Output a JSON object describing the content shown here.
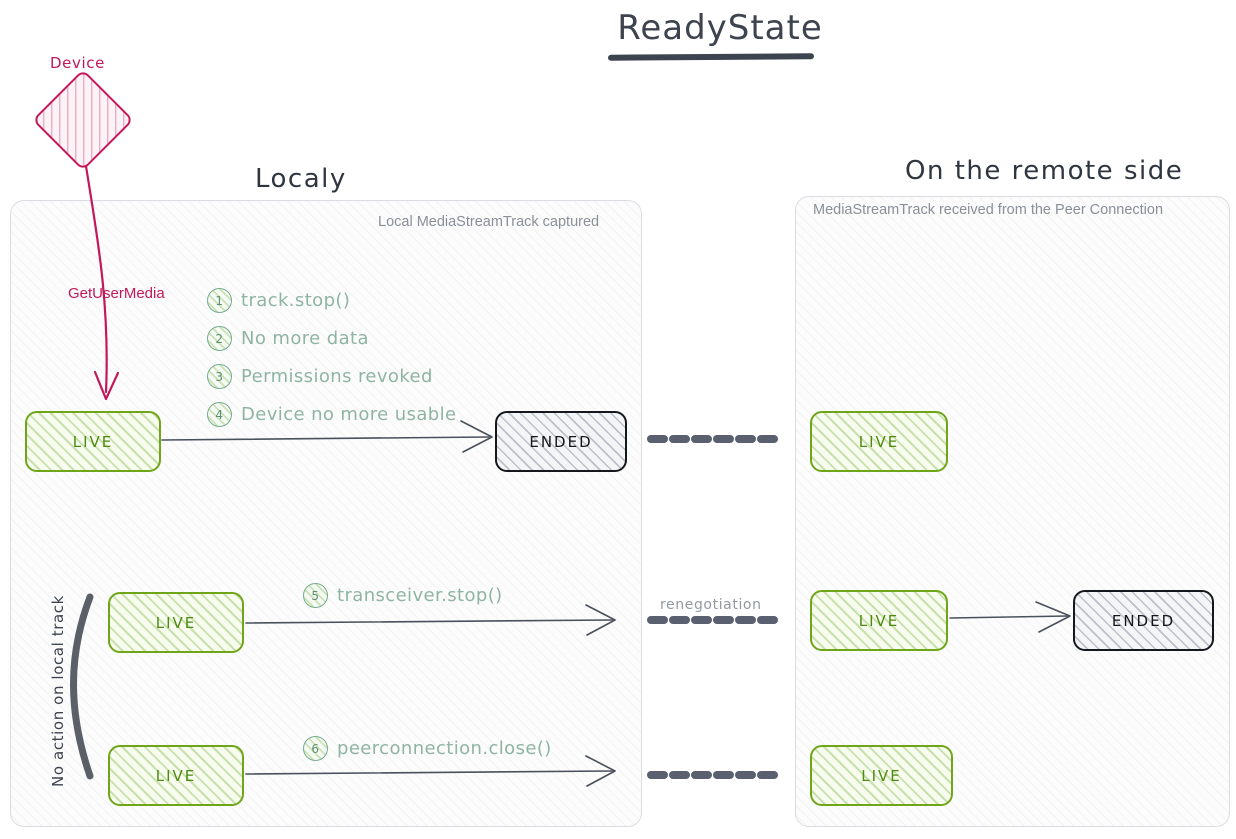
{
  "title": "ReadyState",
  "sections": {
    "local_caption": "Localy",
    "remote_caption": "On the remote side"
  },
  "panels": {
    "local": {
      "label": "Local MediaStreamTrack captured"
    },
    "remote": {
      "label": "MediaStreamTrack received from the Peer Connection"
    }
  },
  "device": {
    "label": "Device",
    "arrow_label": "GetUserMedia",
    "color": "#c2185b"
  },
  "notes": [
    {
      "num": "1",
      "text": "track.stop()"
    },
    {
      "num": "2",
      "text": "No more data"
    },
    {
      "num": "3",
      "text": "Permissions revoked"
    },
    {
      "num": "4",
      "text": "Device no more usable"
    }
  ],
  "edges": [
    {
      "num": "5",
      "text": "transceiver.stop()"
    },
    {
      "num": "6",
      "text": "peerconnection.close()"
    }
  ],
  "connector_labels": {
    "renegotiation": "renegotiation"
  },
  "brace_note": "No action on local track",
  "states": {
    "live": "LIVE",
    "ended": "ENDED"
  },
  "colors": {
    "live_border": "#6fa519",
    "live_text": "#4e8a0f",
    "ended_border": "#14171c",
    "device": "#c2185b",
    "note_text": "#8fb4a4",
    "dashed_connector": "#5a6070",
    "panel_border": "#dadde1",
    "title": "#3d4450"
  },
  "local_boxes": [
    {
      "state": "LIVE",
      "row": 1
    },
    {
      "state": "ENDED",
      "row": 1
    },
    {
      "state": "LIVE",
      "row": 2
    },
    {
      "state": "LIVE",
      "row": 3
    }
  ],
  "remote_boxes": [
    {
      "state": "LIVE",
      "row": 1
    },
    {
      "state": "LIVE",
      "row": 2
    },
    {
      "state": "ENDED",
      "row": 2
    },
    {
      "state": "LIVE",
      "row": 3
    }
  ]
}
